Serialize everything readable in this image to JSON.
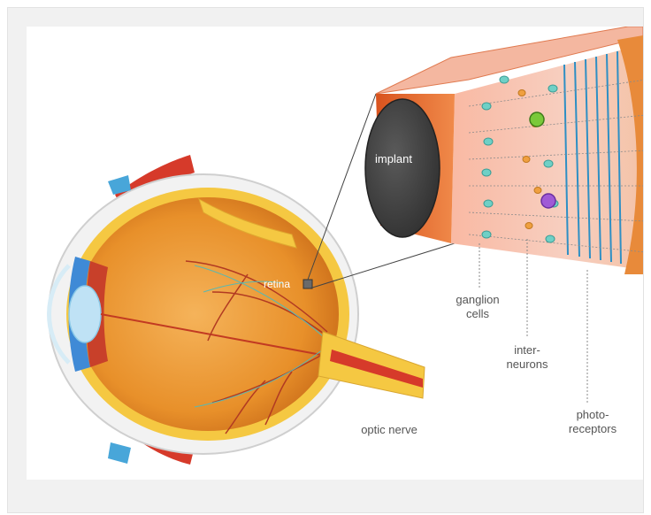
{
  "diagram": {
    "labels": {
      "implant": "implant",
      "retina": "retina",
      "ganglion": [
        "ganglion",
        "cells"
      ],
      "interneurons": [
        "inter-",
        "neurons"
      ],
      "photoreceptors": [
        "photo-",
        "receptors"
      ],
      "optic_nerve": "optic nerve"
    },
    "colors": {
      "eye_orange": "#e8902a",
      "sclera_white": "#f2f2f2",
      "retina_yellow": "#f5c842",
      "muscle_red": "#d63a2a",
      "iris_blue": "#3f8ad6",
      "lens_blue": "#bfe2f5",
      "tissue_pink": "#f7c8b8",
      "implant_dark": "#4a4a4a",
      "label_gray": "#555555"
    }
  }
}
